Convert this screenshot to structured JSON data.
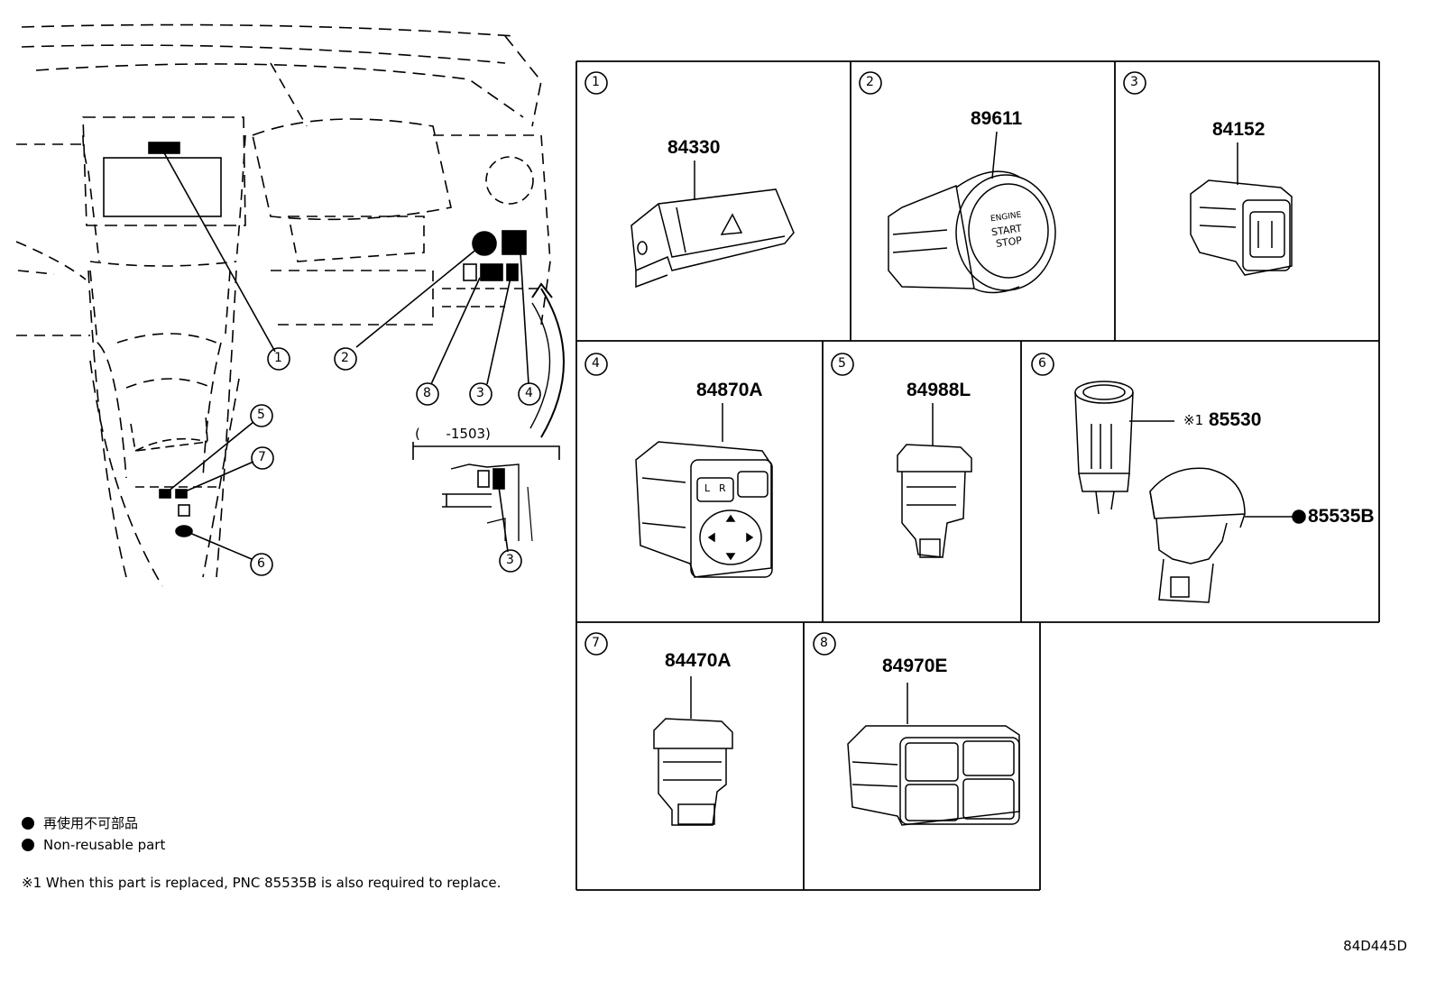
{
  "labels": {
    "p1": "84330",
    "p2": "89611",
    "p3": "84152",
    "p4": "84870A",
    "p5": "84988L",
    "p6a": "85530",
    "p6a_mark": "※1",
    "p6b": "85535B",
    "p7": "84470A",
    "p8": "84970E"
  },
  "callouts": [
    "1",
    "2",
    "3",
    "4",
    "5",
    "6",
    "7",
    "8"
  ],
  "engine_button": {
    "line1": "ENGINE",
    "line2": "START",
    "line3": "STOP"
  },
  "mirror_switch": {
    "l": "L",
    "r": "R"
  },
  "inset_range": "(      -1503)",
  "legend": {
    "jp": "再使用不可部品",
    "en": "Non-reusable part"
  },
  "note": "※1 When this part is replaced, PNC 85535B is also required to replace.",
  "diagram_code": "84D445D"
}
